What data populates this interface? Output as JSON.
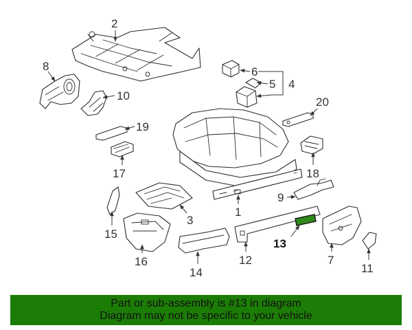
{
  "diagram": {
    "callouts": {
      "c1": "1",
      "c2": "2",
      "c3": "3",
      "c4": "4",
      "c5": "5",
      "c6": "6",
      "c7": "7",
      "c8": "8",
      "c9": "9",
      "c10": "10",
      "c11": "11",
      "c12": "12",
      "c13": "13",
      "c14": "14",
      "c15": "15",
      "c16": "16",
      "c17": "17",
      "c18": "18",
      "c19": "19",
      "c20": "20"
    },
    "highlighted_part": "13",
    "highlight_color": "#2f8a1c"
  },
  "banner": {
    "line1": "Part or sub-assembly is #13 in diagram",
    "line2": "Diagram may not be specific to your vehicle",
    "background": "#1c7d06"
  }
}
